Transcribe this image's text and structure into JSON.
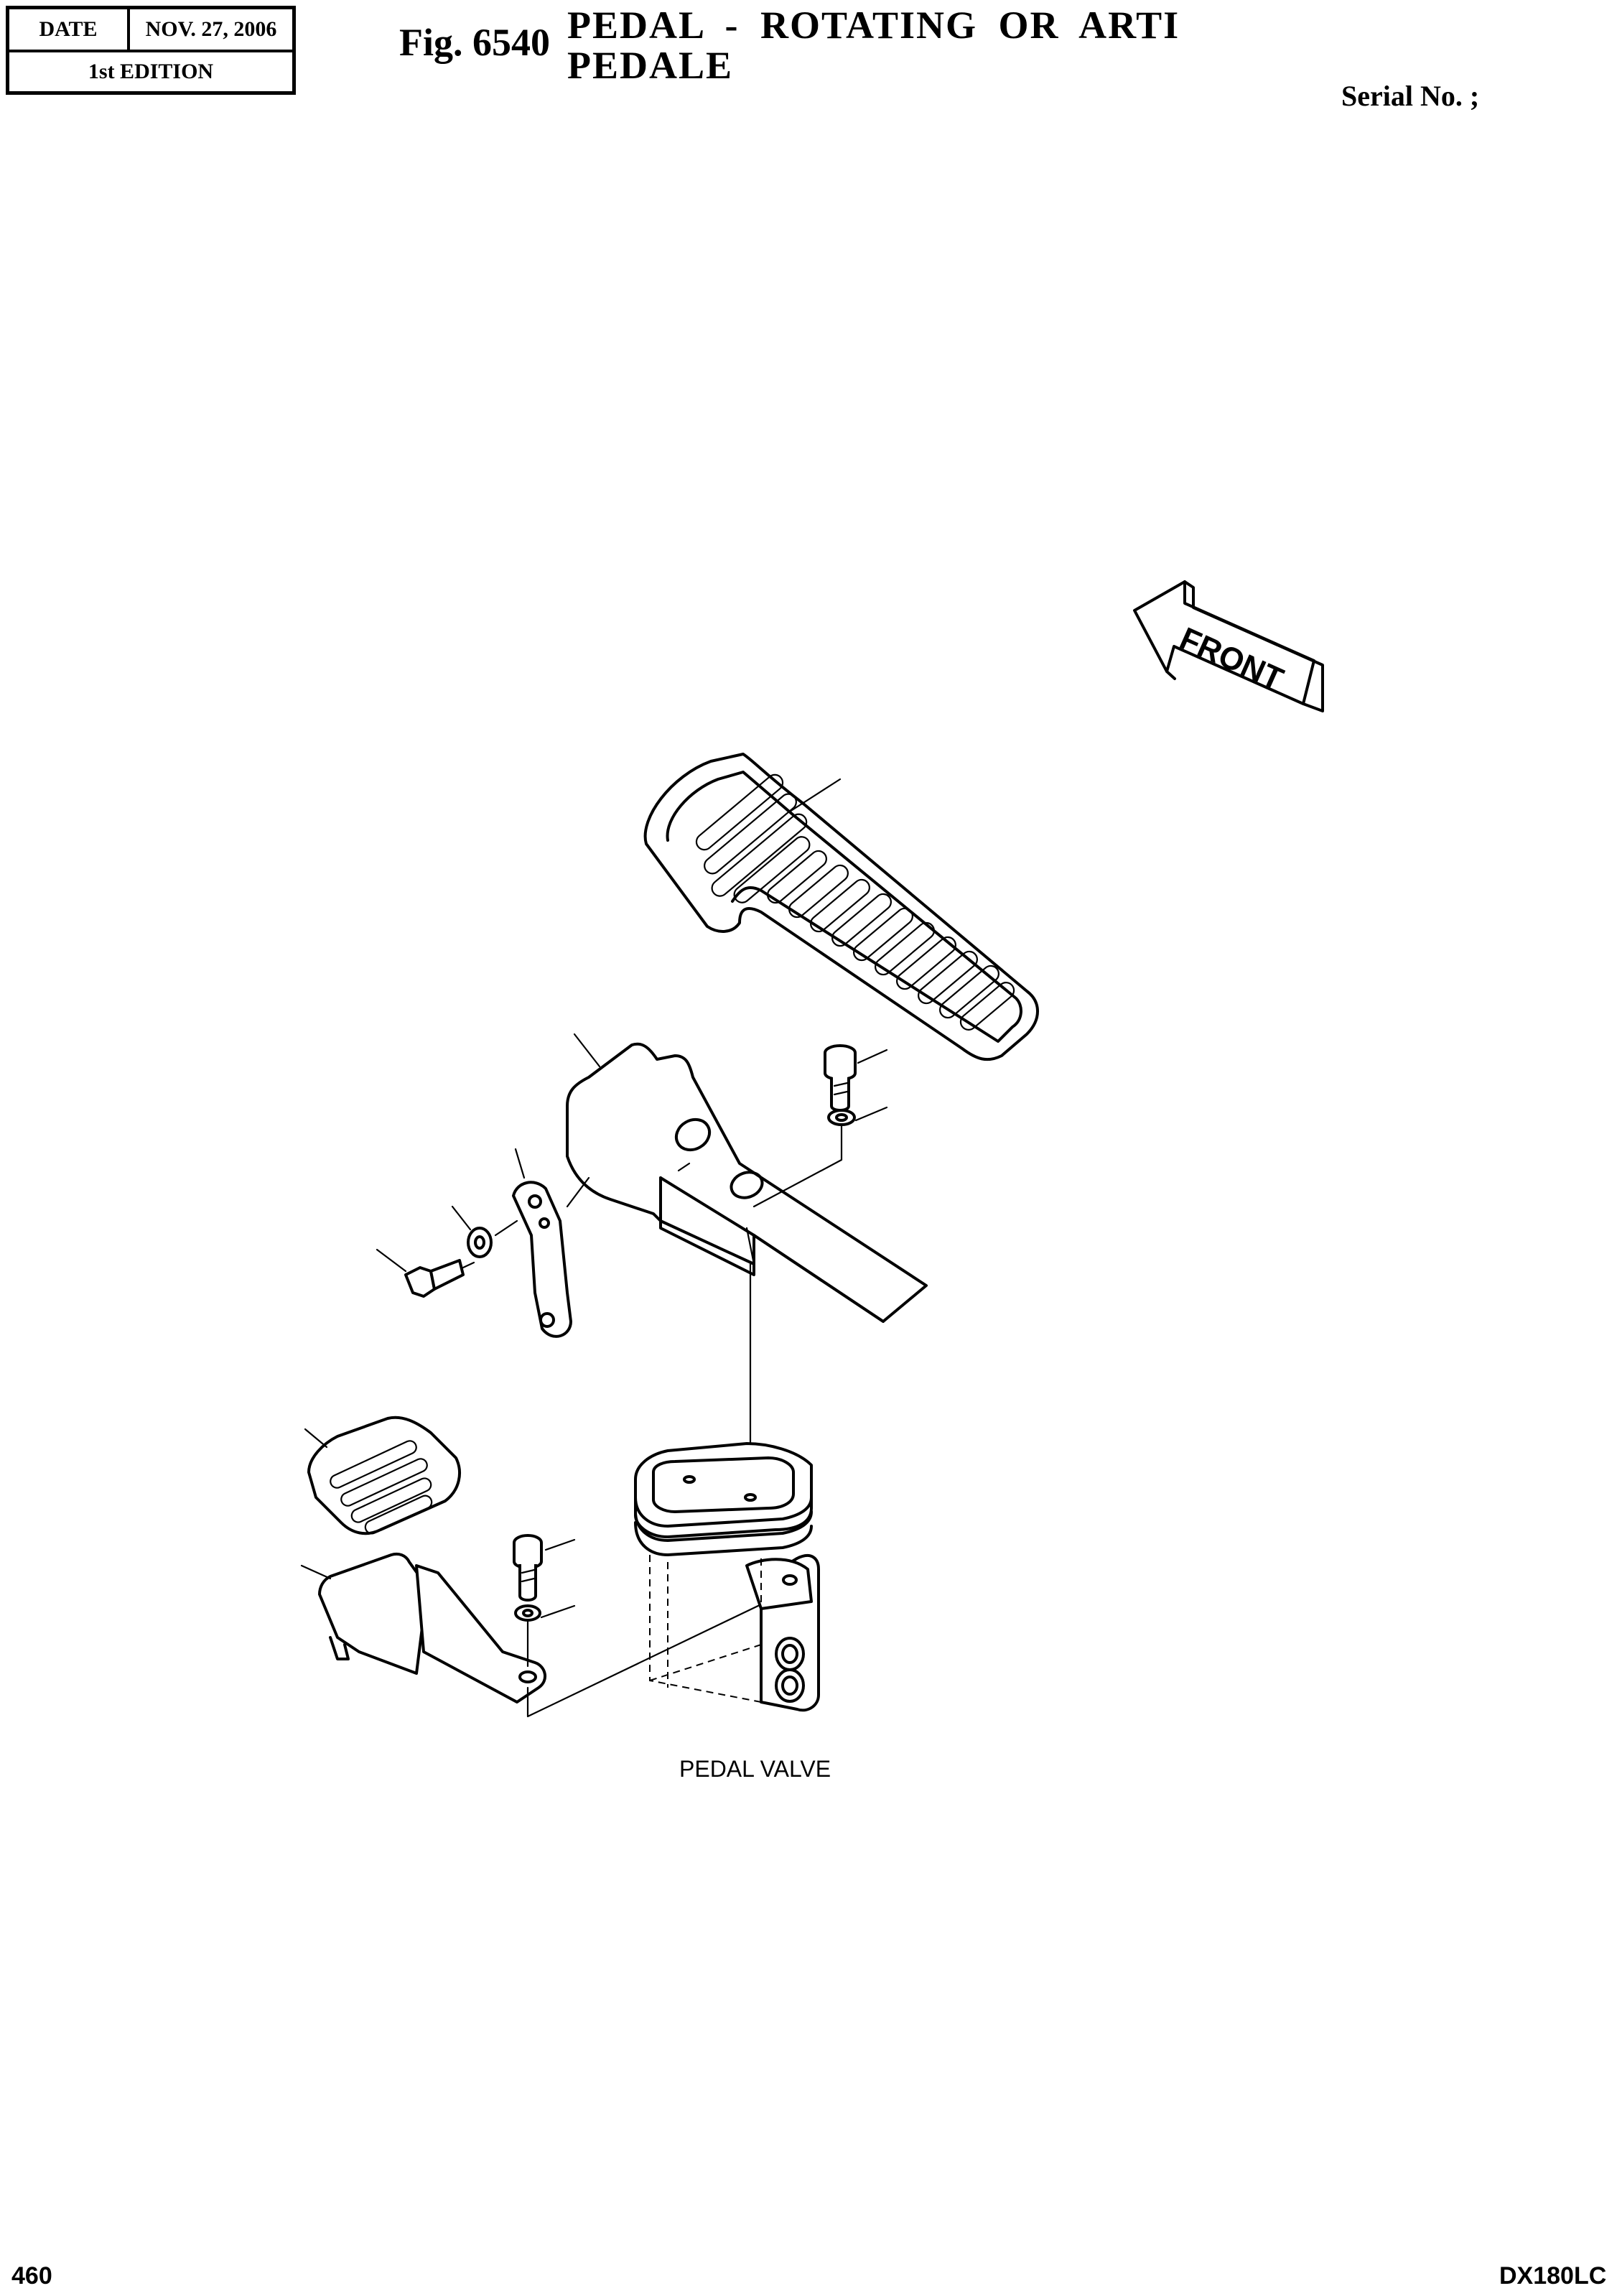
{
  "header": {
    "date_label": "DATE",
    "date_value": "NOV. 27, 2006",
    "edition": "1st EDITION",
    "fig_number": "Fig. 6540",
    "title_line1": "PEDAL - ROTATING OR ARTI",
    "title_line2": "PEDALE",
    "serial": "Serial No. ;"
  },
  "drawing": {
    "front_arrow_label": "FRONT",
    "caption": "PEDAL VALVE",
    "parts": [
      {
        "name": "left pedal"
      },
      {
        "name": "pedal bracket"
      },
      {
        "name": "link plate"
      },
      {
        "name": "washer"
      },
      {
        "name": "hex bolt"
      },
      {
        "name": "socket bolt"
      },
      {
        "name": "spring washer"
      },
      {
        "name": "small pedal pad"
      },
      {
        "name": "small pedal bracket"
      },
      {
        "name": "pedal valve"
      }
    ]
  },
  "footer": {
    "page_number": "460",
    "model": "DX180LC"
  }
}
